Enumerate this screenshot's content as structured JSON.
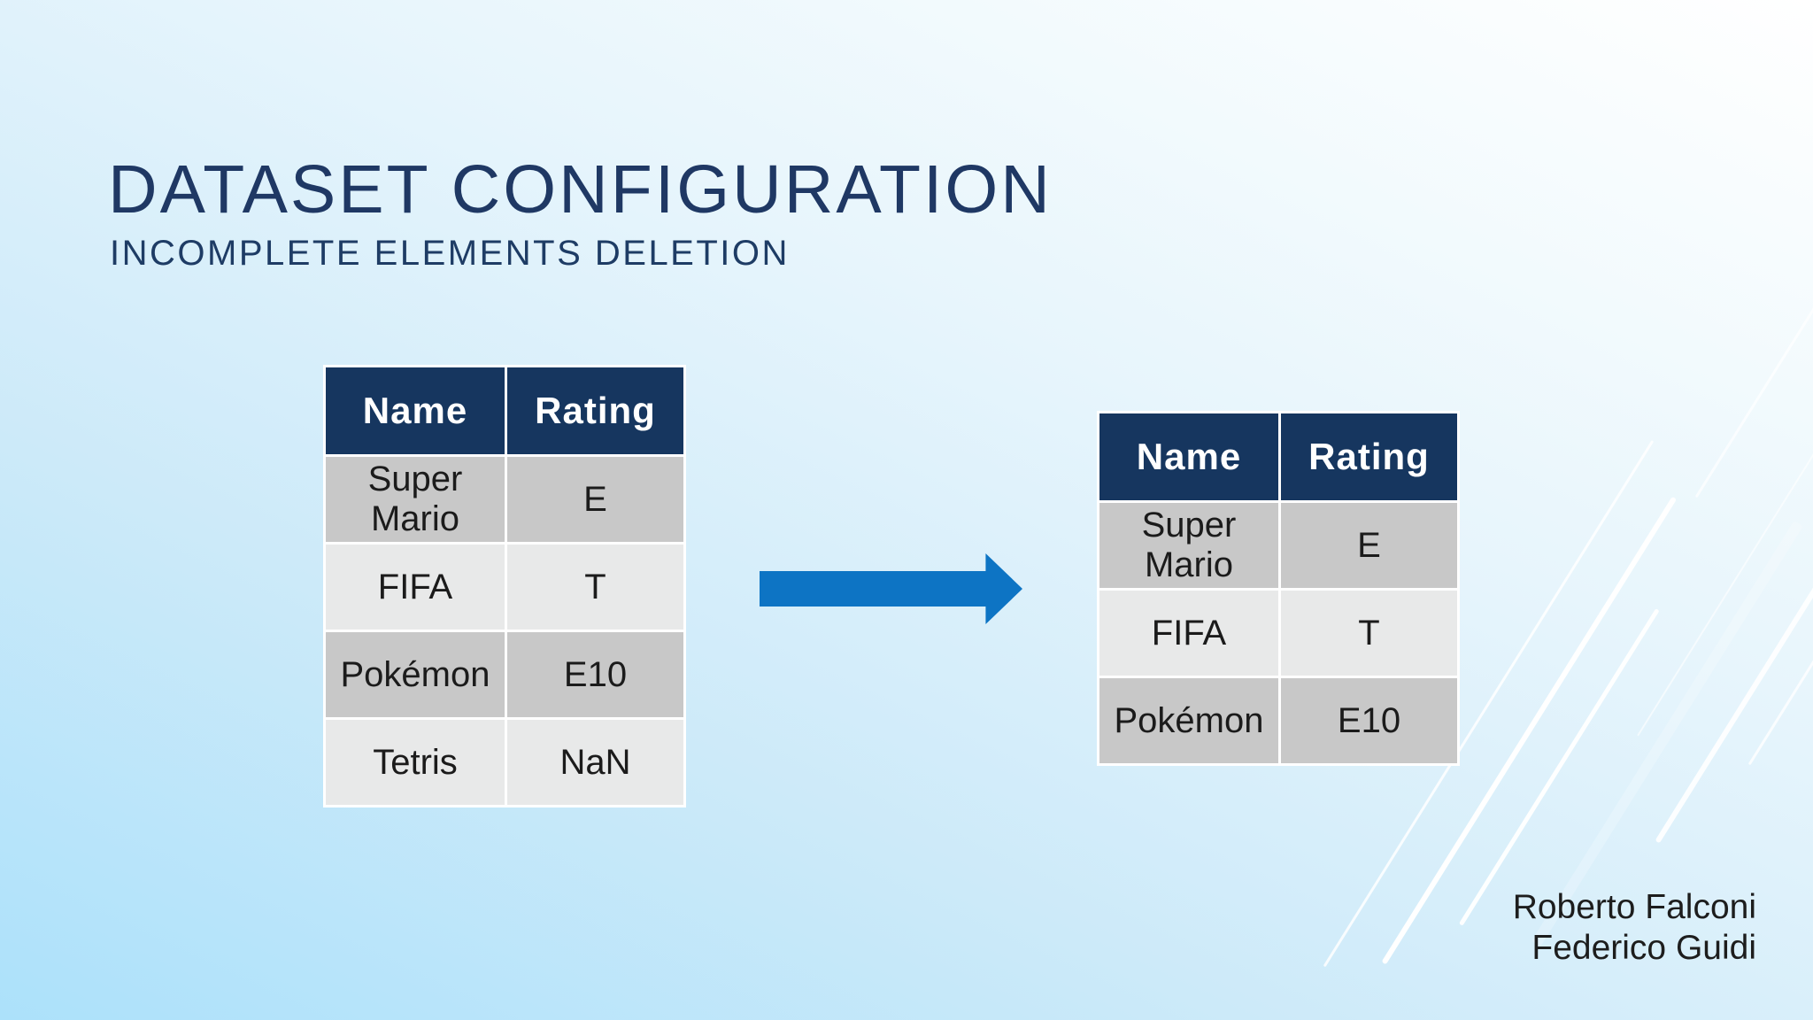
{
  "slide": {
    "title": "DATASET CONFIGURATION",
    "subtitle": "INCOMPLETE ELEMENTS DELETION"
  },
  "tables": {
    "before": {
      "columns": [
        "Name",
        "Rating"
      ],
      "rows": [
        {
          "name": "Super Mario",
          "rating": "E"
        },
        {
          "name": "FIFA",
          "rating": "T"
        },
        {
          "name": "Pokémon",
          "rating": "E10"
        },
        {
          "name": "Tetris",
          "rating": "NaN"
        }
      ]
    },
    "after": {
      "columns": [
        "Name",
        "Rating"
      ],
      "rows": [
        {
          "name": "Super Mario",
          "rating": "E"
        },
        {
          "name": "FIFA",
          "rating": "T"
        },
        {
          "name": "Pokémon",
          "rating": "E10"
        }
      ]
    }
  },
  "arrow": {
    "meaning": "dataset transformed into cleaned dataset"
  },
  "attribution": {
    "line1": "Roberto Falconi",
    "line2": "Federico Guidi"
  },
  "colors": {
    "title_navy": "#1f3864",
    "header_navy": "#16365f",
    "arrow_blue": "#0d74c4",
    "row_dark_gray": "#c8c8c8",
    "row_light_gray": "#e8e9e9",
    "background_top": "#ffffff",
    "background_bottom": "#ace1fa"
  }
}
